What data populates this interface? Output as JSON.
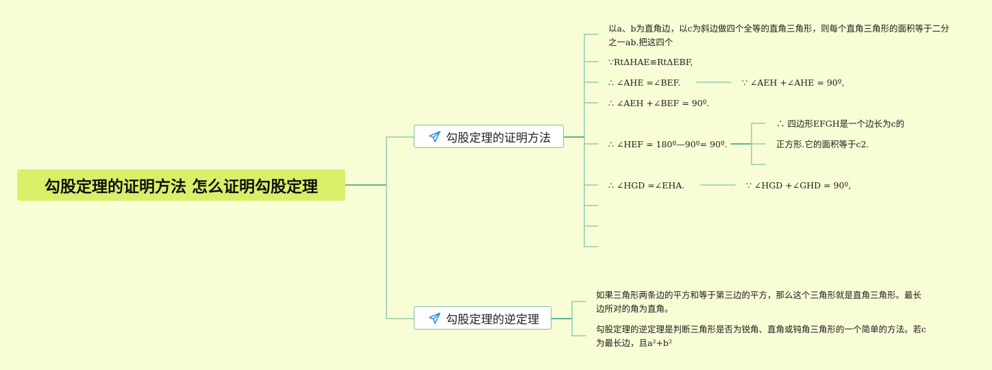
{
  "root": {
    "title": "勾股定理的证明方法 怎么证明勾股定理"
  },
  "branches": [
    {
      "label": "勾股定理的证明方法",
      "icon": "paper-plane-icon",
      "children": [
        {
          "text": "以a、b为直角边，以c为斜边做四个全等的直角三角形，则每个直角三角形的面积等于二分之一ab.把这四个"
        },
        {
          "text": "∵RtΔHAE≌RtΔEBF,"
        },
        {
          "text": "∴ ∠AHE =∠BEF.",
          "child": "∵ ∠AEH +∠AHE = 90º,"
        },
        {
          "text": "∴ ∠AEH +∠BEF = 90º."
        },
        {
          "text": "∴ ∠HEF = 180º—90º= 90º.",
          "children": [
            "∴ 四边形EFGH是一个边长为c的",
            "正方形.它的面积等于c2.",
            ""
          ]
        },
        {
          "text": "∴ ∠HGD =∠EHA.",
          "child": "∵ ∠HGD +∠GHD = 90º,"
        },
        {
          "text": ""
        },
        {
          "text": ""
        },
        {
          "text": ""
        }
      ]
    },
    {
      "label": "勾股定理的逆定理",
      "icon": "paper-plane-icon",
      "children": [
        {
          "text": "如果三角形两条边的平方和等于第三边的平方，那么这个三角形就是直角三角形。最长边所对的角为直角。"
        },
        {
          "text": "勾股定理的逆定理是判断三角形是否为锐角、直角或钝角三角形的一个简单的方法。若c为最长边，且a²+b²"
        }
      ]
    }
  ],
  "colors": {
    "background": "#f8fdd6",
    "root_fill": "#d9ef6a",
    "connector": "#2e9a76",
    "connector_light": "#8fcbb0",
    "icon": "#2f8fd8"
  }
}
